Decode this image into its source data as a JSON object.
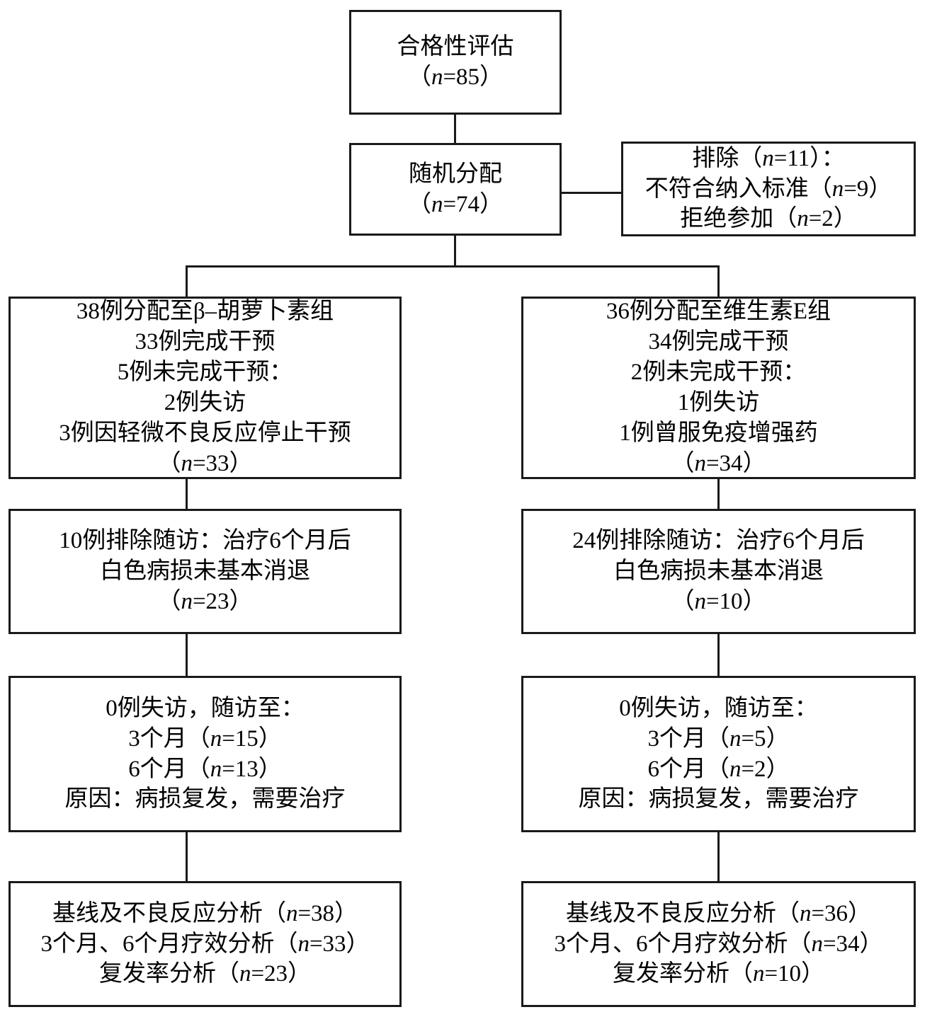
{
  "diagram": {
    "type": "consort-flow-diagram",
    "language": "zh-CN",
    "n_label": "n",
    "colors": {
      "border": "#1a1a1a",
      "background": "#ffffff",
      "text": "#000000"
    }
  },
  "nodes": {
    "eligibility": {
      "id": "eligibility",
      "lines": [
        {
          "text": "合格性评估"
        },
        {
          "prefix": "（",
          "n_italic": "n",
          "value": "=85",
          "suffix": "）"
        }
      ]
    },
    "randomization": {
      "id": "randomization",
      "lines": [
        {
          "text": "随机分配"
        },
        {
          "prefix": "（",
          "n_italic": "n",
          "value": "=74",
          "suffix": "）"
        }
      ]
    },
    "excluded": {
      "id": "excluded",
      "lines": [
        {
          "prefix": "排除（",
          "n_italic": "n",
          "value": "=11",
          "suffix": "）："
        },
        {
          "prefix": "不符合纳入标准（",
          "n_italic": "n",
          "value": "=9",
          "suffix": "）"
        },
        {
          "prefix": "拒绝参加（",
          "n_italic": "n",
          "value": "=2",
          "suffix": "）"
        }
      ]
    },
    "alloc_left": {
      "id": "allocation-beta-carotene",
      "lines": [
        {
          "text": "38例分配至β–胡萝卜素组"
        },
        {
          "text": "33例完成干预"
        },
        {
          "text": "5例未完成干预："
        },
        {
          "text": "2例失访"
        },
        {
          "text": "3例因轻微不良反应停止干预"
        },
        {
          "prefix": "（",
          "n_italic": "n",
          "value": "=33",
          "suffix": "）"
        }
      ]
    },
    "alloc_right": {
      "id": "allocation-vitamin-e",
      "lines": [
        {
          "text": "36例分配至维生素E组"
        },
        {
          "text": "34例完成干预"
        },
        {
          "text": "2例未完成干预："
        },
        {
          "text": "1例失访"
        },
        {
          "text": "1例曾服免疫增强药"
        },
        {
          "prefix": "（",
          "n_italic": "n",
          "value": "=34",
          "suffix": "）"
        }
      ]
    },
    "exclfu_left": {
      "id": "excluded-followup-beta-carotene",
      "lines": [
        {
          "text": "10例排除随访：治疗6个月后"
        },
        {
          "text": "白色病损未基本消退"
        },
        {
          "prefix": "（",
          "n_italic": "n",
          "value": "=23",
          "suffix": "）"
        }
      ]
    },
    "exclfu_right": {
      "id": "excluded-followup-vitamin-e",
      "lines": [
        {
          "text": "24例排除随访：治疗6个月后"
        },
        {
          "text": "白色病损未基本消退"
        },
        {
          "prefix": "（",
          "n_italic": "n",
          "value": "=10",
          "suffix": "）"
        }
      ]
    },
    "followup_left": {
      "id": "followup-beta-carotene",
      "lines": [
        {
          "text": "0例失访，随访至："
        },
        {
          "prefix": "3个月（",
          "n_italic": "n",
          "value": "=15",
          "suffix": "）"
        },
        {
          "prefix": "6个月（",
          "n_italic": "n",
          "value": "=13",
          "suffix": "）"
        },
        {
          "text": "原因：病损复发，需要治疗"
        }
      ]
    },
    "followup_right": {
      "id": "followup-vitamin-e",
      "lines": [
        {
          "text": "0例失访，随访至："
        },
        {
          "prefix": "3个月（",
          "n_italic": "n",
          "value": "=5",
          "suffix": "）"
        },
        {
          "prefix": "6个月（",
          "n_italic": "n",
          "value": "=2",
          "suffix": "）"
        },
        {
          "text": "原因：病损复发，需要治疗"
        }
      ]
    },
    "analysis_left": {
      "id": "analysis-beta-carotene",
      "lines": [
        {
          "prefix": "基线及不良反应分析（",
          "n_italic": "n",
          "value": "=38",
          "suffix": "）"
        },
        {
          "prefix": "3个月、6个月疗效分析（",
          "n_italic": "n",
          "value": "=33",
          "suffix": "）"
        },
        {
          "prefix": "复发率分析（",
          "n_italic": "n",
          "value": "=23",
          "suffix": "）"
        }
      ]
    },
    "analysis_right": {
      "id": "analysis-vitamin-e",
      "lines": [
        {
          "prefix": "基线及不良反应分析（",
          "n_italic": "n",
          "value": "=36",
          "suffix": "）"
        },
        {
          "prefix": "3个月、6个月疗效分析（",
          "n_italic": "n",
          "value": "=34",
          "suffix": "）"
        },
        {
          "prefix": "复发率分析（",
          "n_italic": "n",
          "value": "=10",
          "suffix": "）"
        }
      ]
    }
  }
}
